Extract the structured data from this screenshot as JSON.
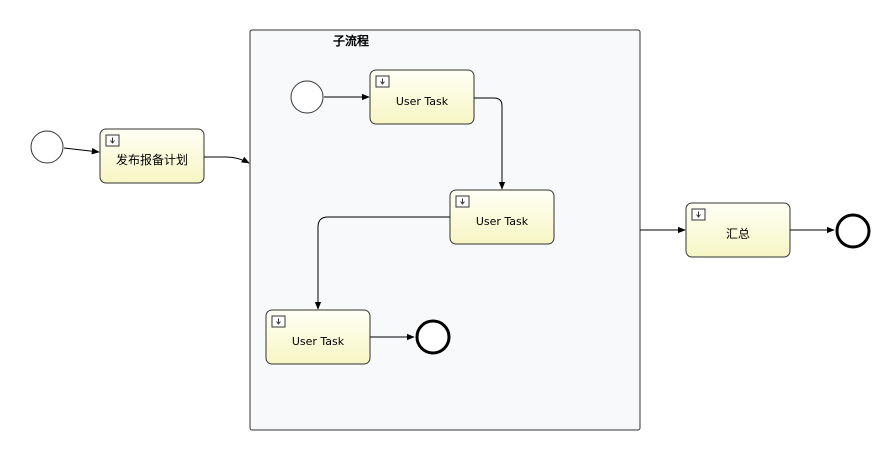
{
  "subprocess": {
    "title": "子流程"
  },
  "tasks": {
    "publish_plan": "发布报备计划",
    "sub_task_1": "User Task",
    "sub_task_2": "User Task",
    "sub_task_3": "User Task",
    "summary": "汇总"
  },
  "colors": {
    "task_fill_top": "#fffff4",
    "task_fill_bottom": "#f7f7c8",
    "task_stroke": "#333333",
    "subprocess_fill": "#f8f9fb",
    "line": "#000000"
  },
  "icons": {
    "task_marker": "user-task-icon",
    "start_event": "start-event-icon",
    "end_event": "end-event-icon"
  }
}
